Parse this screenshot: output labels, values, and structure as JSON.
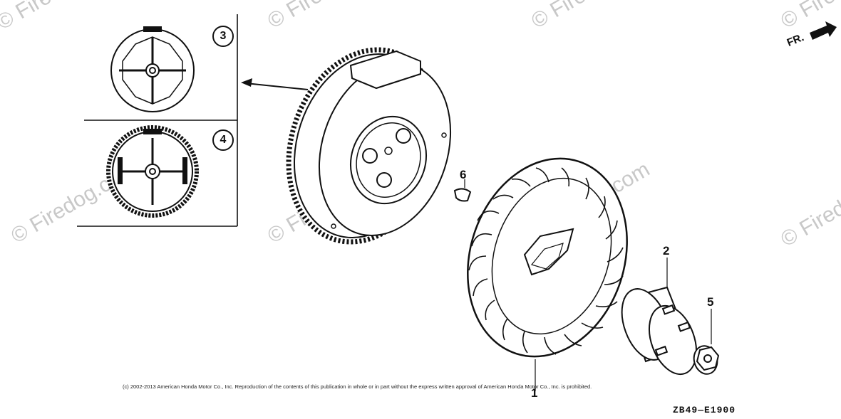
{
  "diagram": {
    "parts": [
      {
        "number": "1",
        "name": "fan-cooling"
      },
      {
        "number": "2",
        "name": "pulley-starter"
      },
      {
        "number": "3",
        "name": "flywheel-variant-a"
      },
      {
        "number": "4",
        "name": "flywheel-variant-b"
      },
      {
        "number": "5",
        "name": "nut-flange"
      },
      {
        "number": "6",
        "name": "key-woodruff"
      }
    ],
    "front_indicator": "FR.",
    "copyright": "(c) 2002-2013 American Honda Motor Co., Inc. Reproduction of the contents of this publication in whole or in part without the express written approval of American Honda Motor Co., Inc. is prohibited.",
    "diagram_code": "ZB49—E1900",
    "watermark": "© Firedog.com"
  },
  "colors": {
    "line": "#111111",
    "watermark": "#c8c8c8",
    "background": "#ffffff"
  }
}
